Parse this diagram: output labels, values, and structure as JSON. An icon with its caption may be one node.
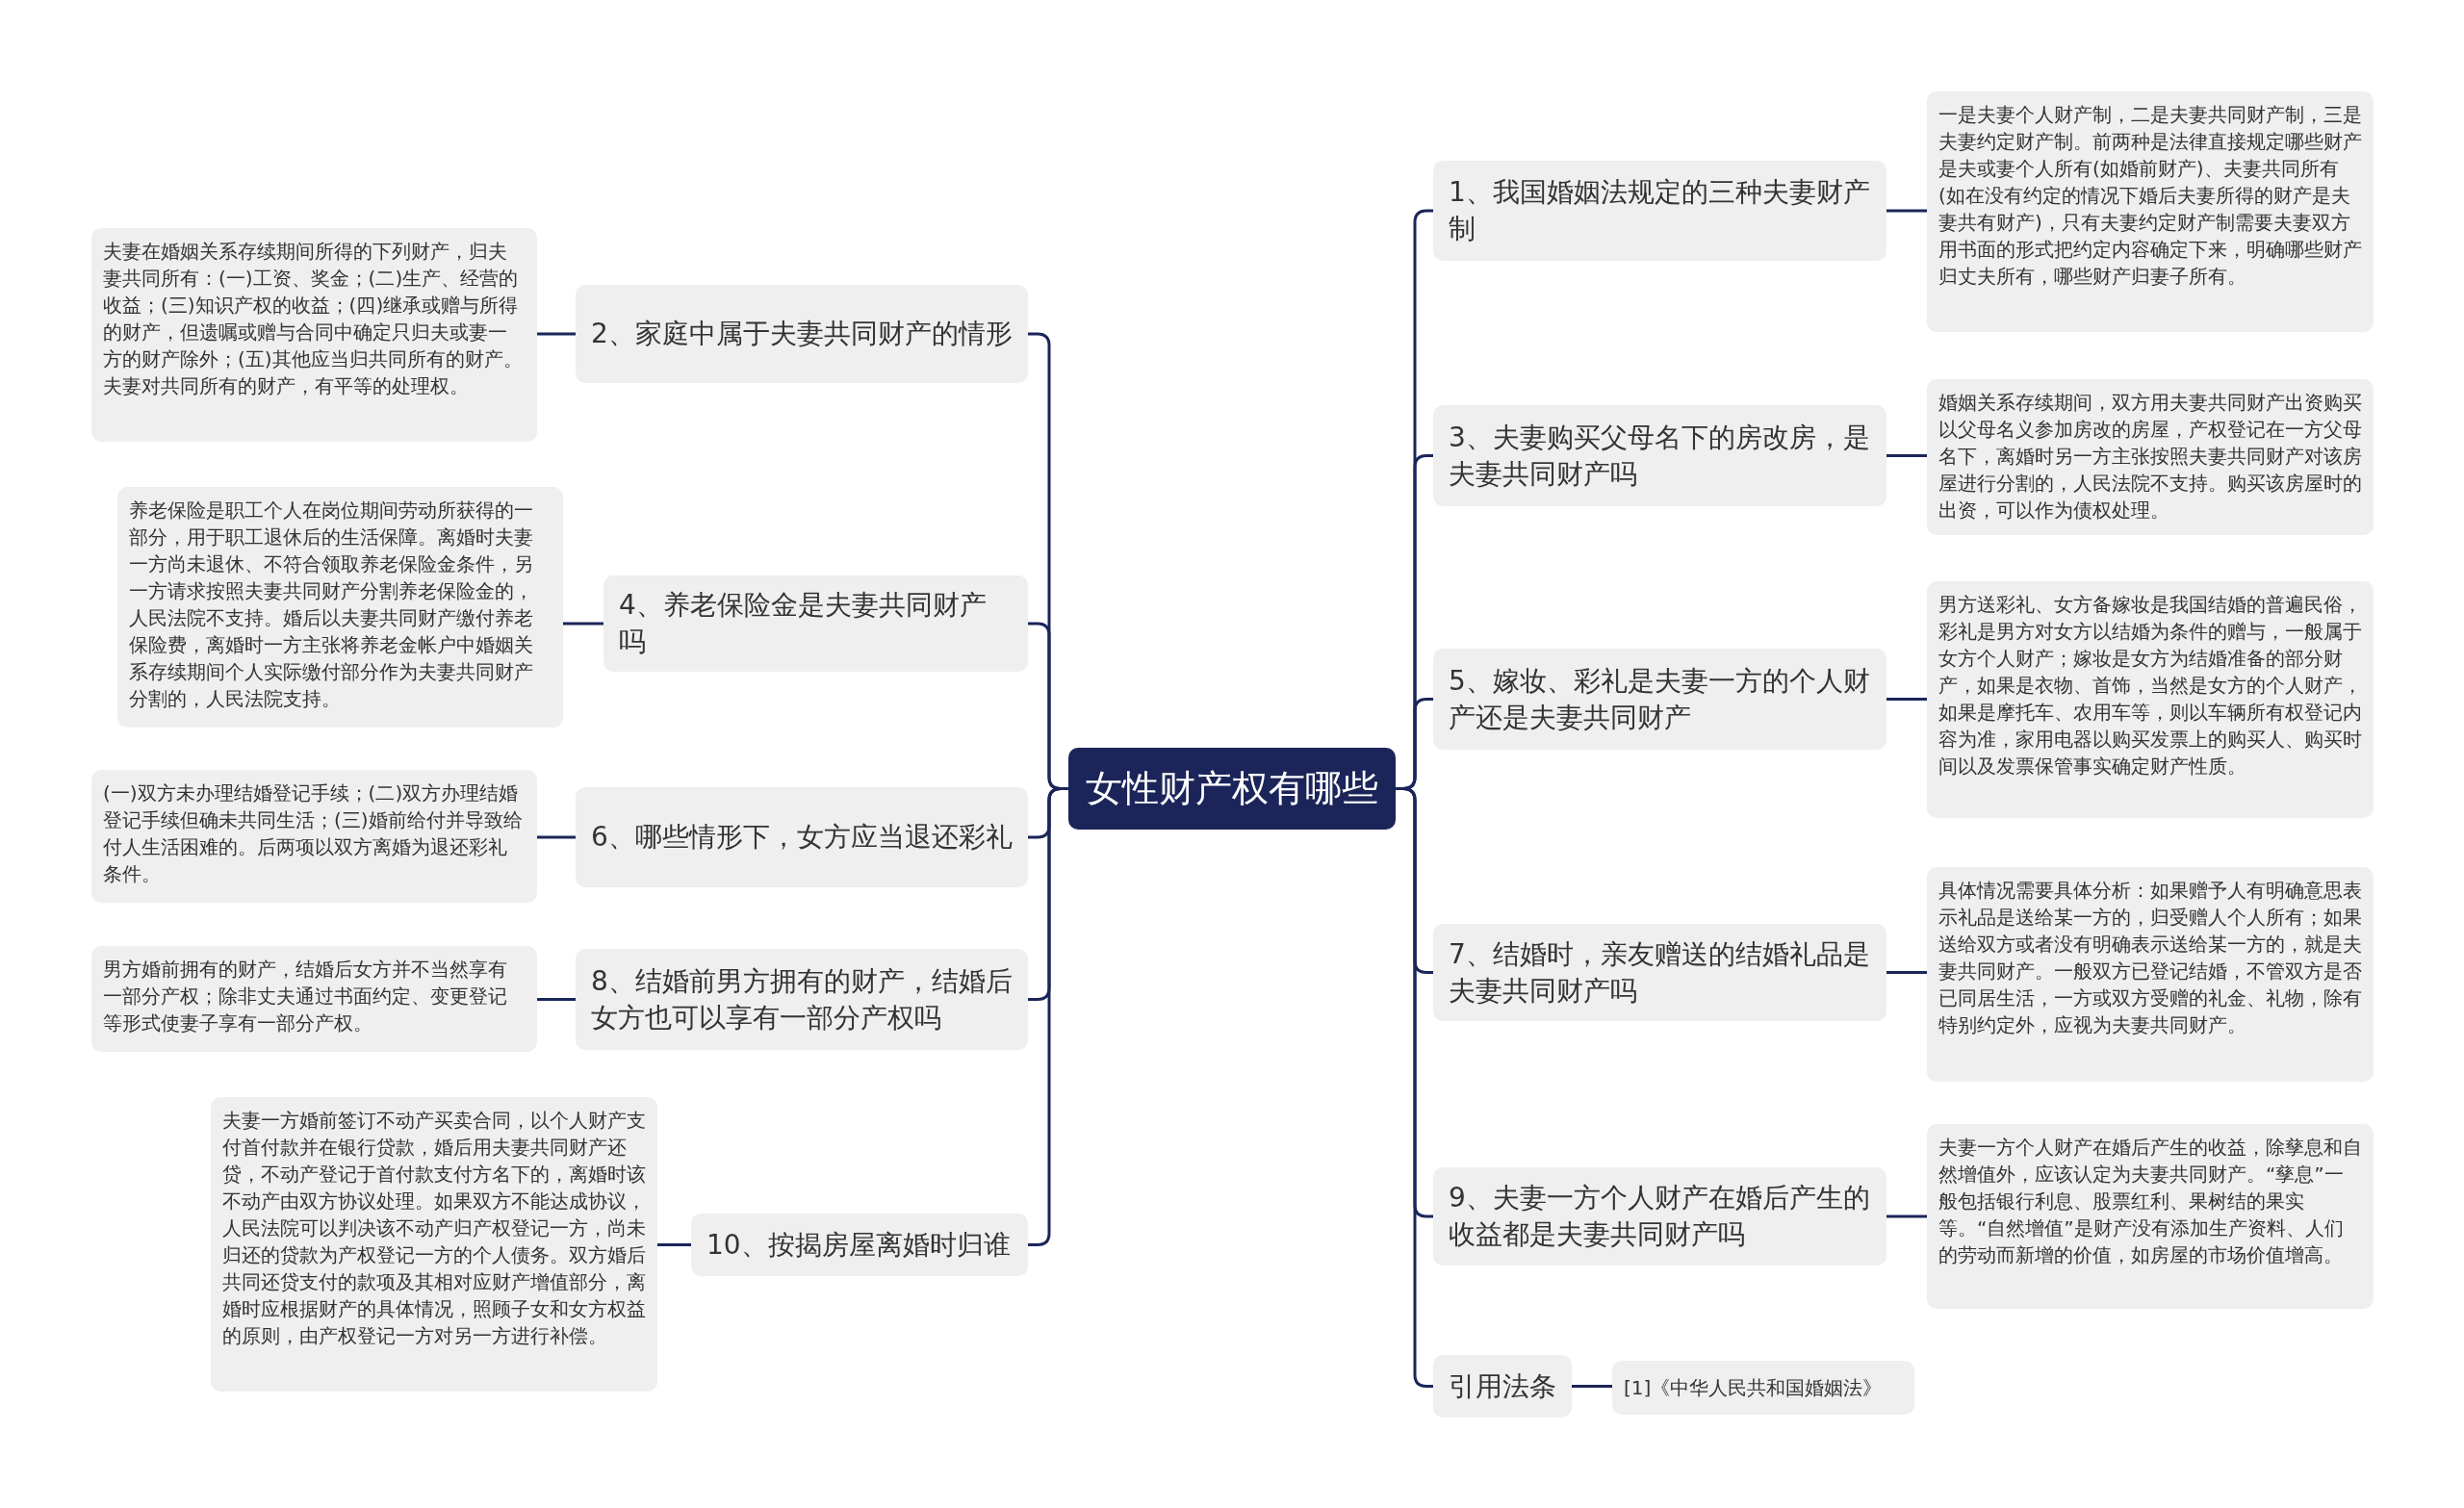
{
  "diagram": {
    "nodes": [
      {
        "text": [
          "女性财产权有哪些"
        ]
      },
      {
        "text": [
          "1、我国婚姻法规定的三种夫妻财产制"
        ]
      },
      {
        "text": [
          "一是夫妻个人财产制，二是夫妻共同财产制，三是夫妻约定财产制。前两种是法律直接规定哪些财产是夫或妻个人所有(如婚前财产)、夫妻共同所有(如在没有约定的情况下婚后夫妻所得的财产是夫妻共有财产)，只有夫妻约定财产制需要夫妻双方用书面的形式把约定内容确定下来，明确哪些财产归丈夫所有，哪些财产归妻子所有。"
        ]
      },
      {
        "text": [
          "2、家庭中属于夫妻共同财产的情形"
        ]
      },
      {
        "text": [
          "夫妻在婚姻关系存续期间所得的下列财产，归夫妻共同所有：(一)工资、奖金；(二)生产、经营的收益；(三)知识产权的收益；(四)继承或赠与所得的财产，但遗嘱或赠与合同中确定只归夫或妻一方的财产除外；(五)其他应当归共同所有的财产。夫妻对共同所有的财产，有平等的处理权。"
        ]
      },
      {
        "text": [
          "3、夫妻购买父母名下的房改房，是夫妻共同财产吗"
        ]
      },
      {
        "text": [
          "婚姻关系存续期间，双方用夫妻共同财产出资购买以父母名义参加房改的房屋，产权登记在一方父母名下，离婚时另一方主张按照夫妻共同财产对该房屋进行分割的，人民法院不支持。购买该房屋时的出资，可以作为债权处理。"
        ]
      },
      {
        "text": [
          "4、养老保险金是夫妻共同财产吗"
        ]
      },
      {
        "text": [
          "养老保险是职工个人在岗位期间劳动所获得的一部分，用于职工退休后的生活保障。离婚时夫妻一方尚未退休、不符合领取养老保险金条件，另一方请求按照夫妻共同财产分割养老保险金的，人民法院不支持。婚后以夫妻共同财产缴付养老保险费，离婚时一方主张将养老金帐户中婚姻关系存续期间个人实际缴付部分作为夫妻共同财产分割的，人民法院支持。"
        ]
      },
      {
        "text": [
          "5、嫁妆、彩礼是夫妻一方的个人财产还是夫妻共同财产"
        ]
      },
      {
        "text": [
          "男方送彩礼、女方备嫁妆是我国结婚的普遍民俗，彩礼是男方对女方以结婚为条件的赠与，一般属于女方个人财产；嫁妆是女方为结婚准备的部分财产，如果是衣物、首饰，当然是女方的个人财产，如果是摩托车、农用车等，则以车辆所有权登记内容为准，家用电器以购买发票上的购买人、购买时间以及发票保管事实确定财产性质。"
        ]
      },
      {
        "text": [
          "6、哪些情形下，女方应当退还彩礼"
        ]
      },
      {
        "text": [
          "(一)双方未办理结婚登记手续；(二)双方办理结婚登记手续但确未共同生活；(三)婚前给付并导致给付人生活困难的。后两项以双方离婚为退还彩礼条件。"
        ]
      },
      {
        "text": [
          "7、结婚时，亲友赠送的结婚礼品是夫妻共同财产吗"
        ]
      },
      {
        "text": [
          "具体情况需要具体分析：如果赠予人有明确意思表示礼品是送给某一方的，归受赠人个人所有；如果送给双方或者没有明确表示送给某一方的，就是夫妻共同财产。一般双方已登记结婚，不管双方是否已同居生活，一方或双方受赠的礼金、礼物，除有特别约定外，应视为夫妻共同财产。"
        ]
      },
      {
        "text": [
          "8、结婚前男方拥有的财产，结婚后女方也可以享有一部分产权吗"
        ]
      },
      {
        "text": [
          "男方婚前拥有的财产，结婚后女方并不当然享有一部分产权；除非丈夫通过书面约定、变更登记等形式使妻子享有一部分产权。"
        ]
      },
      {
        "text": [
          "9、夫妻一方个人财产在婚后产生的收益都是夫妻共同财产吗"
        ]
      },
      {
        "text": [
          "夫妻一方个人财产在婚后产生的收益，除孳息和自然增值外，应该认定为夫妻共同财产。“孳息”一般包括银行利息、股票红利、果树结的果实等。“自然增值”是财产没有添加生产资料、人们的劳动而新增的价值，如房屋的市场价值增高。"
        ]
      },
      {
        "text": [
          "10、按揭房屋离婚时归谁"
        ]
      },
      {
        "text": [
          "夫妻一方婚前签订不动产买卖合同，以个人财产支付首付款并在银行贷款，婚后用夫妻共同财产还贷，不动产登记于首付款支付方名下的，离婚时该不动产由双方协议处理。如果双方不能达成协议，人民法院可以判决该不动产归产权登记一方，尚未归还的贷款为产权登记一方的个人债务。双方婚后共同还贷支付的款项及其相对应财产增值部分，离婚时应根据财产的具体情况，照顾子女和女方权益的原则，由产权登记一方对另一方进行补偿。"
        ]
      },
      {
        "text": [
          "引用法条"
        ]
      },
      {
        "text": [
          "[1]《中华人民共和国婚姻法》"
        ]
      }
    ],
    "edges": [
      {
        "from": 0,
        "to": 1,
        "arrow": "none"
      },
      {
        "from": 1,
        "to": 2,
        "arrow": "none"
      },
      {
        "from": 0,
        "to": 3,
        "arrow": "none"
      },
      {
        "from": 3,
        "to": 4,
        "arrow": "none"
      },
      {
        "from": 0,
        "to": 5,
        "arrow": "none"
      },
      {
        "from": 5,
        "to": 6,
        "arrow": "none"
      },
      {
        "from": 0,
        "to": 7,
        "arrow": "none"
      },
      {
        "from": 7,
        "to": 8,
        "arrow": "none"
      },
      {
        "from": 0,
        "to": 9,
        "arrow": "none"
      },
      {
        "from": 9,
        "to": 10,
        "arrow": "none"
      },
      {
        "from": 0,
        "to": 11,
        "arrow": "none"
      },
      {
        "from": 11,
        "to": 12,
        "arrow": "none"
      },
      {
        "from": 0,
        "to": 13,
        "arrow": "none"
      },
      {
        "from": 13,
        "to": 14,
        "arrow": "none"
      },
      {
        "from": 0,
        "to": 15,
        "arrow": "none"
      },
      {
        "from": 15,
        "to": 16,
        "arrow": "none"
      },
      {
        "from": 0,
        "to": 17,
        "arrow": "none"
      },
      {
        "from": 17,
        "to": 18,
        "arrow": "none"
      },
      {
        "from": 0,
        "to": 19,
        "arrow": "none"
      },
      {
        "from": 19,
        "to": 20,
        "arrow": "none"
      },
      {
        "from": 0,
        "to": 21,
        "arrow": "none"
      },
      {
        "from": 21,
        "to": 22,
        "arrow": "none"
      }
    ]
  }
}
